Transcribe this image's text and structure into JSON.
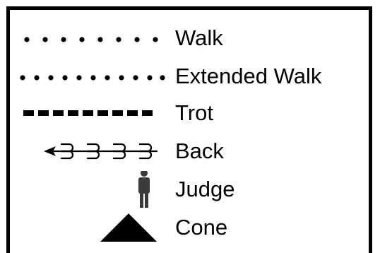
{
  "legend": {
    "items": [
      {
        "id": "walk",
        "label": "Walk",
        "icon": "dotted-line-icon"
      },
      {
        "id": "extended-walk",
        "label": "Extended Walk",
        "icon": "dense-dotted-line-icon"
      },
      {
        "id": "trot",
        "label": "Trot",
        "icon": "dashed-line-icon"
      },
      {
        "id": "back",
        "label": "Back",
        "icon": "back-arrow-icon"
      },
      {
        "id": "judge",
        "label": "Judge",
        "icon": "judge-figure-icon"
      },
      {
        "id": "cone",
        "label": "Cone",
        "icon": "cone-triangle-icon"
      }
    ]
  },
  "colors": {
    "ink": "#000000",
    "background": "#ffffff",
    "judge_fill": "#3a3a3a"
  }
}
